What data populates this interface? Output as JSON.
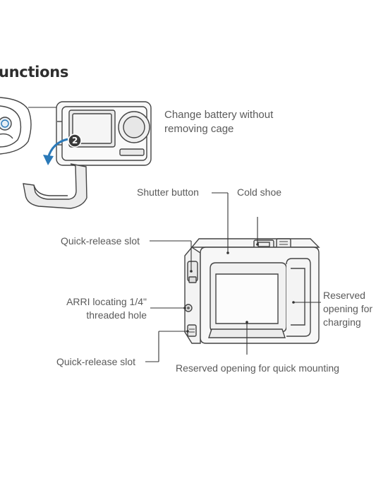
{
  "heading": "unctions",
  "labels": {
    "change_battery": [
      "Change battery without",
      "removing cage"
    ],
    "step_number": "2",
    "shutter_button": "Shutter button",
    "cold_shoe": "Cold shoe",
    "quick_release_top": "Quick-release slot",
    "arri_hole": [
      "ARRI locating 1/4\"",
      "threaded hole"
    ],
    "quick_release_bottom": "Quick-release slot",
    "reserved_charging": [
      "Reserved",
      "opening for",
      "charging"
    ],
    "reserved_mounting": "Reserved opening for quick mounting"
  },
  "colors": {
    "text": "#5a5a5a",
    "heading": "#2e2e2e",
    "line": "#333333",
    "arrow": "#2a79b8",
    "badge": "#3a3a3a",
    "outline": "#444444"
  }
}
